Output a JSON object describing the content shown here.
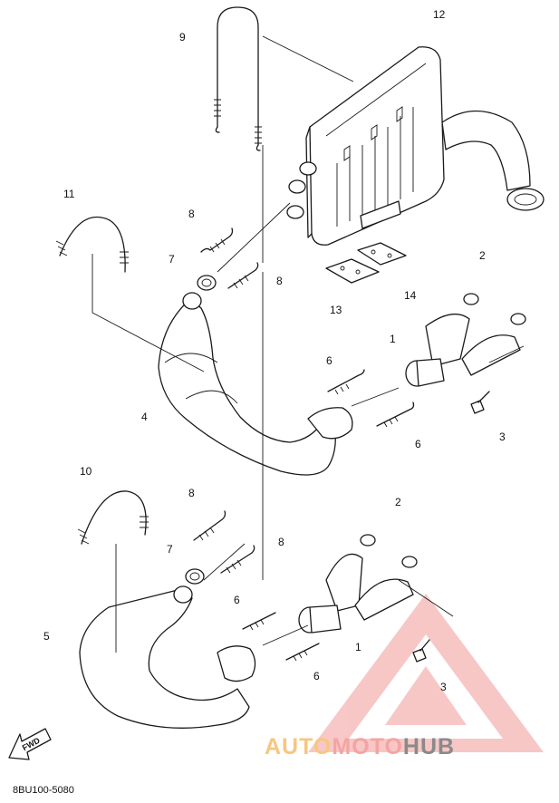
{
  "callouts": [
    {
      "id": "c12",
      "text": "12"
    },
    {
      "id": "c9",
      "text": "9"
    },
    {
      "id": "c11",
      "text": "11"
    },
    {
      "id": "c8a",
      "text": "8"
    },
    {
      "id": "c7a",
      "text": "7"
    },
    {
      "id": "c8b",
      "text": "8"
    },
    {
      "id": "c2a",
      "text": "2"
    },
    {
      "id": "c14",
      "text": "14"
    },
    {
      "id": "c13",
      "text": "13"
    },
    {
      "id": "c1a",
      "text": "1"
    },
    {
      "id": "c6a",
      "text": "6"
    },
    {
      "id": "c4",
      "text": "4"
    },
    {
      "id": "c6b",
      "text": "6"
    },
    {
      "id": "c3a",
      "text": "3"
    },
    {
      "id": "c10",
      "text": "10"
    },
    {
      "id": "c8c",
      "text": "8"
    },
    {
      "id": "c2b",
      "text": "2"
    },
    {
      "id": "c7b",
      "text": "7"
    },
    {
      "id": "c8d",
      "text": "8"
    },
    {
      "id": "c6c",
      "text": "6"
    },
    {
      "id": "c5",
      "text": "5"
    },
    {
      "id": "c1b",
      "text": "1"
    },
    {
      "id": "c6d",
      "text": "6"
    },
    {
      "id": "c3b",
      "text": "3"
    }
  ],
  "diagram_code": "8BU100-5080",
  "fwd_label": "FWD",
  "watermark": {
    "part1": "AUTO",
    "part2": "MOTO",
    "part3": "HUB"
  },
  "colors": {
    "ink": "#1a1a1a",
    "watermark_red": "#f4a4a2",
    "watermark_orange": "#f6c77f",
    "watermark_gray": "#8a8a8a"
  }
}
